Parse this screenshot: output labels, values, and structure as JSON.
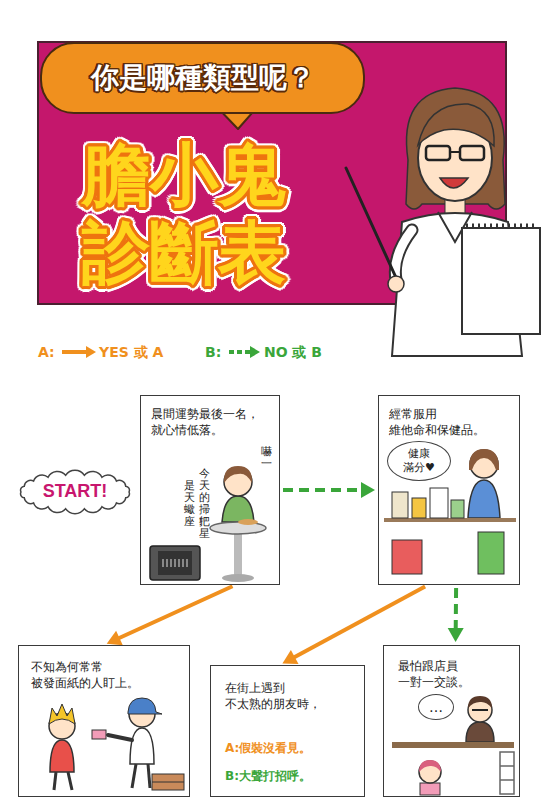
{
  "diagram": {
    "title": "膽小鬼 診斷表",
    "nodes": [
      {
        "text": [
          "你是哪種類型呢？"
        ]
      },
      {
        "text": [
          "START!"
        ]
      },
      {
        "text": [
          "晨間運勢最後一名， 就心情低落。",
          "今天的掃把星",
          "是天蠍座！",
          "嚇一"
        ]
      },
      {
        "text": [
          "經常服用 維他命和保健品。"
        ]
      },
      {
        "text": [
          "健康 滿分♥"
        ],
        "in": 3
      },
      {
        "text": [
          "不知為何常常 被發面紙的人盯上。"
        ]
      },
      {
        "text": [
          "在街上遇到 不太熟的朋友時，",
          "A:假裝沒看見。",
          "B:大聲打招呼。"
        ]
      },
      {
        "text": [
          "最怕跟店員 一對一交談。"
        ]
      },
      {
        "text": [
          "…"
        ],
        "in": 7
      }
    ],
    "edges": [
      {
        "from": 2,
        "to": 3,
        "arrow": "to"
      },
      {
        "from": 2,
        "to": 5,
        "arrow": "to"
      },
      {
        "from": 3,
        "to": 6,
        "arrow": "to"
      },
      {
        "from": 3,
        "to": 7,
        "arrow": "to"
      }
    ],
    "labels": [
      "A:",
      "B:"
    ],
    "legend": [
      {
        "text": "YES 或 A"
      },
      {
        "text": "NO 或 B"
      }
    ]
  }
}
